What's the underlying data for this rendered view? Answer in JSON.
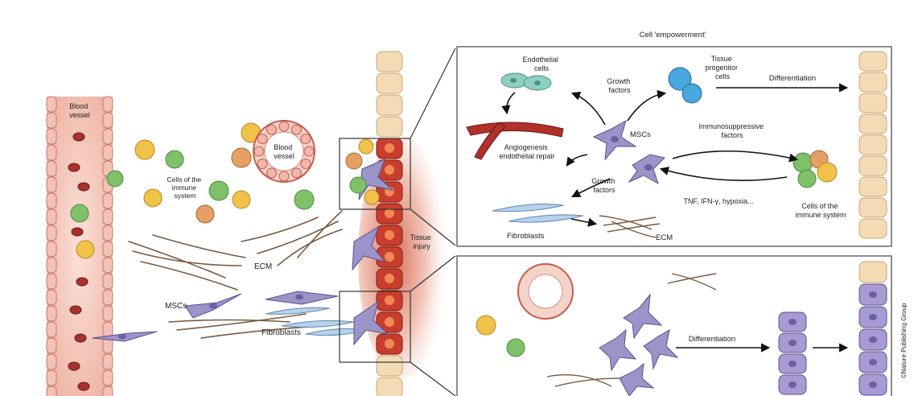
{
  "title_top": "Cell 'empowerment'",
  "left": {
    "blood_vessel": [
      "Blood",
      "vessel"
    ],
    "blood_vessel2": [
      "Blood",
      "vessel"
    ],
    "immune": [
      "Cells of the",
      "immune",
      "system"
    ],
    "ecm": "ECM",
    "mscs": "MSCs",
    "fibroblasts": "Fibroblasts",
    "tissue_injury": [
      "Tissue",
      "injury"
    ]
  },
  "top_panel": {
    "endothelial": [
      "Endothelial",
      "cells"
    ],
    "angiogenesis": [
      "Angiogenesis",
      "endothelial repair"
    ],
    "growth_factors_top": [
      "Growth",
      "factors"
    ],
    "progenitor": [
      "Tissue",
      "progenitor",
      "cells"
    ],
    "differentiation": "Differentiation",
    "mscs": "MSCs",
    "immunosuppressive": [
      "Immunosuppressive",
      "factors"
    ],
    "growth_factors_bottom": [
      "Growth",
      "factors"
    ],
    "tnf": "TNF, IFN-γ, hypoxia...",
    "immune": [
      "Cells of the",
      "immune system"
    ],
    "fibroblasts": "Fibroblasts",
    "ecm": "ECM"
  },
  "bottom_panel": {
    "differentiation": "Differentiation"
  },
  "credit": "©Nature Publishing Group",
  "colors": {
    "vessel": "#f2c2b8",
    "rbc": "#a8322c",
    "epithelium": "#f3dcb5",
    "injury": "#d04a35",
    "msc": "#9b94c9",
    "fibro": "#b7d2ea",
    "immune_green": "#7fc16a",
    "immune_yellow": "#f0c24a",
    "endo": "#8fcfc2",
    "progenitor": "#4aa6dd"
  }
}
